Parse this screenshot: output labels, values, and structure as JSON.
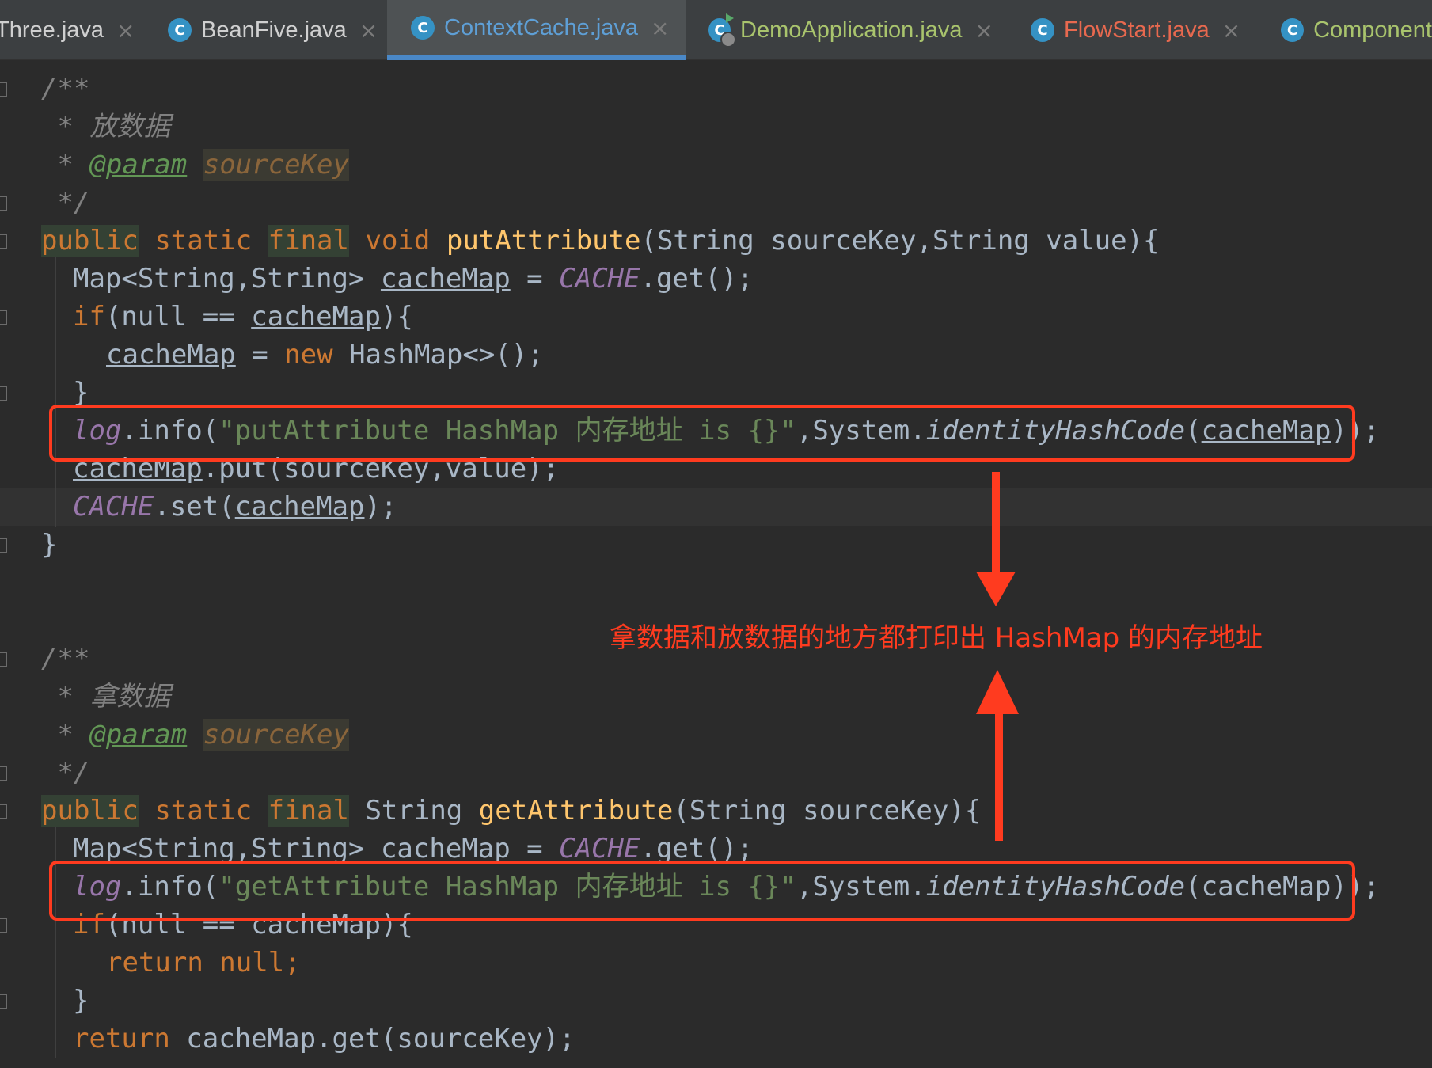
{
  "tabs": [
    {
      "label": "Three.java",
      "active": false,
      "color": "#d0d0d0"
    },
    {
      "label": "BeanFive.java",
      "active": false,
      "color": "#d0d0d0"
    },
    {
      "label": "ContextCache.java",
      "active": true,
      "color": "#5e9fd6"
    },
    {
      "label": "DemoApplication.java",
      "active": false,
      "color": "#a9c46d"
    },
    {
      "label": "FlowStart.java",
      "active": false,
      "color": "#e8694f"
    },
    {
      "label": "Component",
      "active": false,
      "color": "#a9c46d"
    }
  ],
  "tab_icon_letter": "C",
  "tab_close_glyph": "×",
  "code": {
    "l1": "/**",
    "l2_star": " * ",
    "l2_text": "放数据",
    "l3_star": " * ",
    "l3_tag": "@param",
    "l3_prm": "sourceKey",
    "l4": " */",
    "public": "public",
    "static": "static",
    "final": "final",
    "void": "void",
    "putAttribute": "putAttribute",
    "put_params": "(String sourceKey,String value){",
    "map_decl": "Map<String,String> ",
    "cacheMap": "cacheMap",
    "assign": " = ",
    "CACHE": "CACHE",
    "get_call": ".get();",
    "if_kw": "if",
    "if_cond_open": "(null == ",
    "if_cond_close": "){",
    "new_kw": "new",
    "hashmap_new": " HashMap<>();",
    "brace_close": "}",
    "log": "log",
    "info_open": ".info(",
    "put_log_str": "\"putAttribute HashMap 内存地址 is {}\"",
    "get_log_str": "\"getAttribute HashMap 内存地址 is {}\"",
    "system": ",System.",
    "identity": "identityHashCode",
    "paren_open": "(",
    "log_close": "));",
    "put_call": ".put(sourceKey,value);",
    "set_call": ".set(",
    "set_close": ");",
    "c2_text": "拿数据",
    "string_type": " String ",
    "getAttribute": "getAttribute",
    "get_params": "(String sourceKey){",
    "return_kw": "return",
    "null_kw": " null;",
    "return_get": " cacheMap.get(sourceKey);"
  },
  "annotation": "拿数据和放数据的地方都打印出 HashMap 的内存地址",
  "accent_red": "#ff3b1f"
}
